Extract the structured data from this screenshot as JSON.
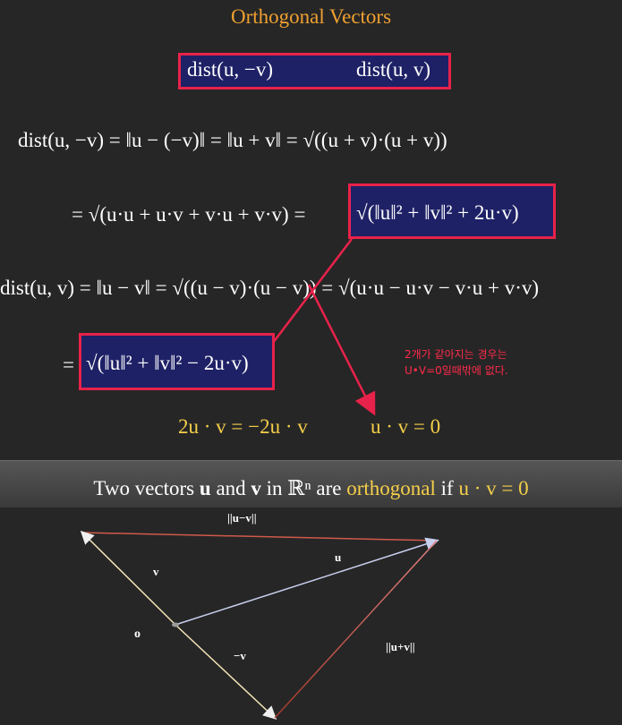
{
  "title": "Orthogonal Vectors",
  "box_top": {
    "left": "dist(u, −v)",
    "right": "dist(u, v)"
  },
  "eq1": "dist(u, −v) = ‖u − (−v)‖  = ‖u + v‖  = √((u + v)·(u + v))",
  "eq2a": "= √(u·u + u·v + v·u + v·v)  =",
  "eq2b": "√(‖u‖² + ‖v‖² + 2u·v)",
  "eq3": "dist(u, v) = ‖u − v‖  = √((u − v)·(u − v))  = √(u·u − u·v − v·u + v·v)",
  "eq4a": "=",
  "eq4b": "√(‖u‖² + ‖v‖² − 2u·v)",
  "note": {
    "line1": "2개가 같아지는 경우는",
    "line2": "U•V=0일때밖에 없다."
  },
  "result_left": "2u · v = −2u · v",
  "result_right": "u · v = 0",
  "definition": {
    "part1": "Two vectors ",
    "u": "u",
    "part2": " and ",
    "v": "v",
    "part3": " in ",
    "space": "ℝⁿ",
    "part4": " are ",
    "orth": "orthogonal",
    "part5": " if ",
    "cond": "u · v = 0"
  },
  "diagram": {
    "label_top": "||u−v||",
    "label_u": "u",
    "label_v": "v",
    "label_o": "o",
    "label_neg_v": "−v",
    "label_sum": "||u+v||"
  },
  "colors": {
    "title": "#f0a030",
    "box_border": "#e8224a",
    "box_fill": "#1e2166",
    "note": "#ff2a4a",
    "highlight": "#f5cf4a"
  }
}
